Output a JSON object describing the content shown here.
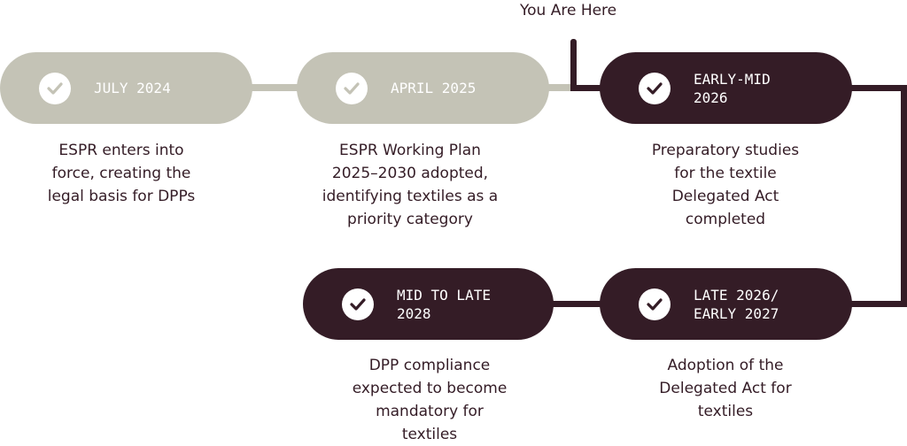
{
  "marker": {
    "label": "You Are Here"
  },
  "colors": {
    "completed": "#c4c3b6",
    "current": "#341c26"
  },
  "milestones": [
    {
      "date": "JULY 2024",
      "description": "ESPR enters into\nforce, creating the\nlegal basis for DPPs",
      "status": "completed",
      "icon": "check-icon"
    },
    {
      "date": "APRIL 2025",
      "description": "ESPR Working Plan\n2025–2030 adopted,\nidentifying textiles as a\npriority category",
      "status": "completed",
      "icon": "check-icon"
    },
    {
      "date": "EARLY-MID\n2026",
      "description": "Preparatory studies\nfor the textile\nDelegated Act\ncompleted",
      "status": "upcoming",
      "icon": "check-icon"
    },
    {
      "date": "LATE 2026/\nEARLY 2027",
      "description": "Adoption of the\nDelegated Act for\ntextiles",
      "status": "upcoming",
      "icon": "check-icon"
    },
    {
      "date": "MID TO LATE\n2028",
      "description": "DPP compliance\nexpected to become\nmandatory for\ntextiles",
      "status": "upcoming",
      "icon": "check-icon"
    }
  ]
}
